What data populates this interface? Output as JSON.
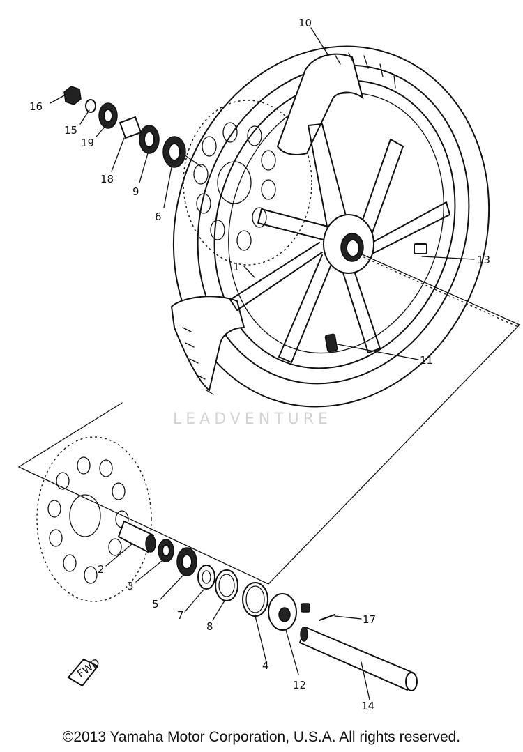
{
  "watermark": "LEADVENTURE",
  "copyright": "©2013 Yamaha Motor Corporation, U.S.A. All rights reserved.",
  "callouts": [
    "1",
    "2",
    "3",
    "4",
    "5",
    "6",
    "7",
    "8",
    "9",
    "10",
    "11",
    "12",
    "13",
    "14",
    "15",
    "16",
    "17",
    "18",
    "19"
  ]
}
